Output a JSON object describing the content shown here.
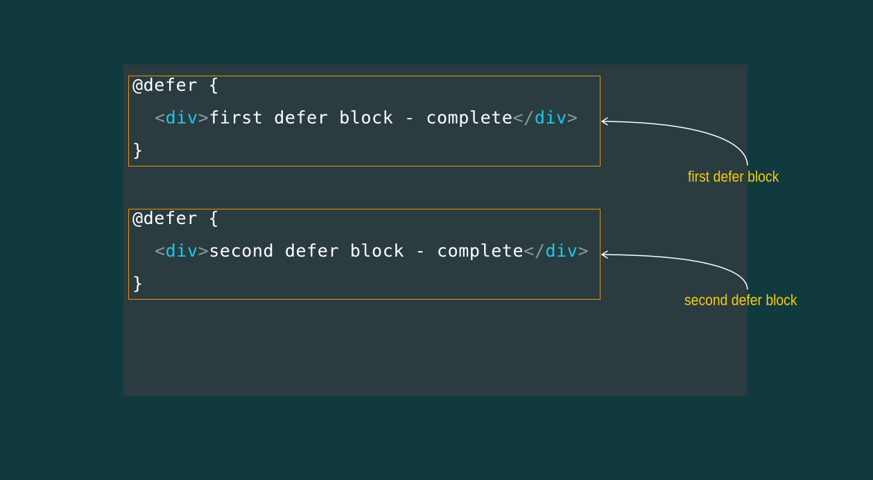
{
  "colors": {
    "page_background": "#113a3e",
    "panel_background": "#2a3c40",
    "box_border": "#e8940f",
    "code_text": "#ffffff",
    "tag_punctuation": "#8a999c",
    "tag_name": "#19c9ec",
    "label_text": "#f5cb0c",
    "arrow": "#ffffff"
  },
  "blocks": [
    {
      "open": "@defer {",
      "tag_open_lt": "<",
      "tag_name": "div",
      "tag_open_gt": ">",
      "content": "first defer block - complete",
      "tag_close_lt": "</",
      "tag_close_name": "div",
      "tag_close_gt": ">",
      "close": "}",
      "annotation": "first defer block"
    },
    {
      "open": "@defer {",
      "tag_open_lt": "<",
      "tag_name": "div",
      "tag_open_gt": ">",
      "content": "second defer block - complete",
      "tag_close_lt": "</",
      "tag_close_name": "div",
      "tag_close_gt": ">",
      "close": "}",
      "annotation": "second defer block"
    }
  ]
}
